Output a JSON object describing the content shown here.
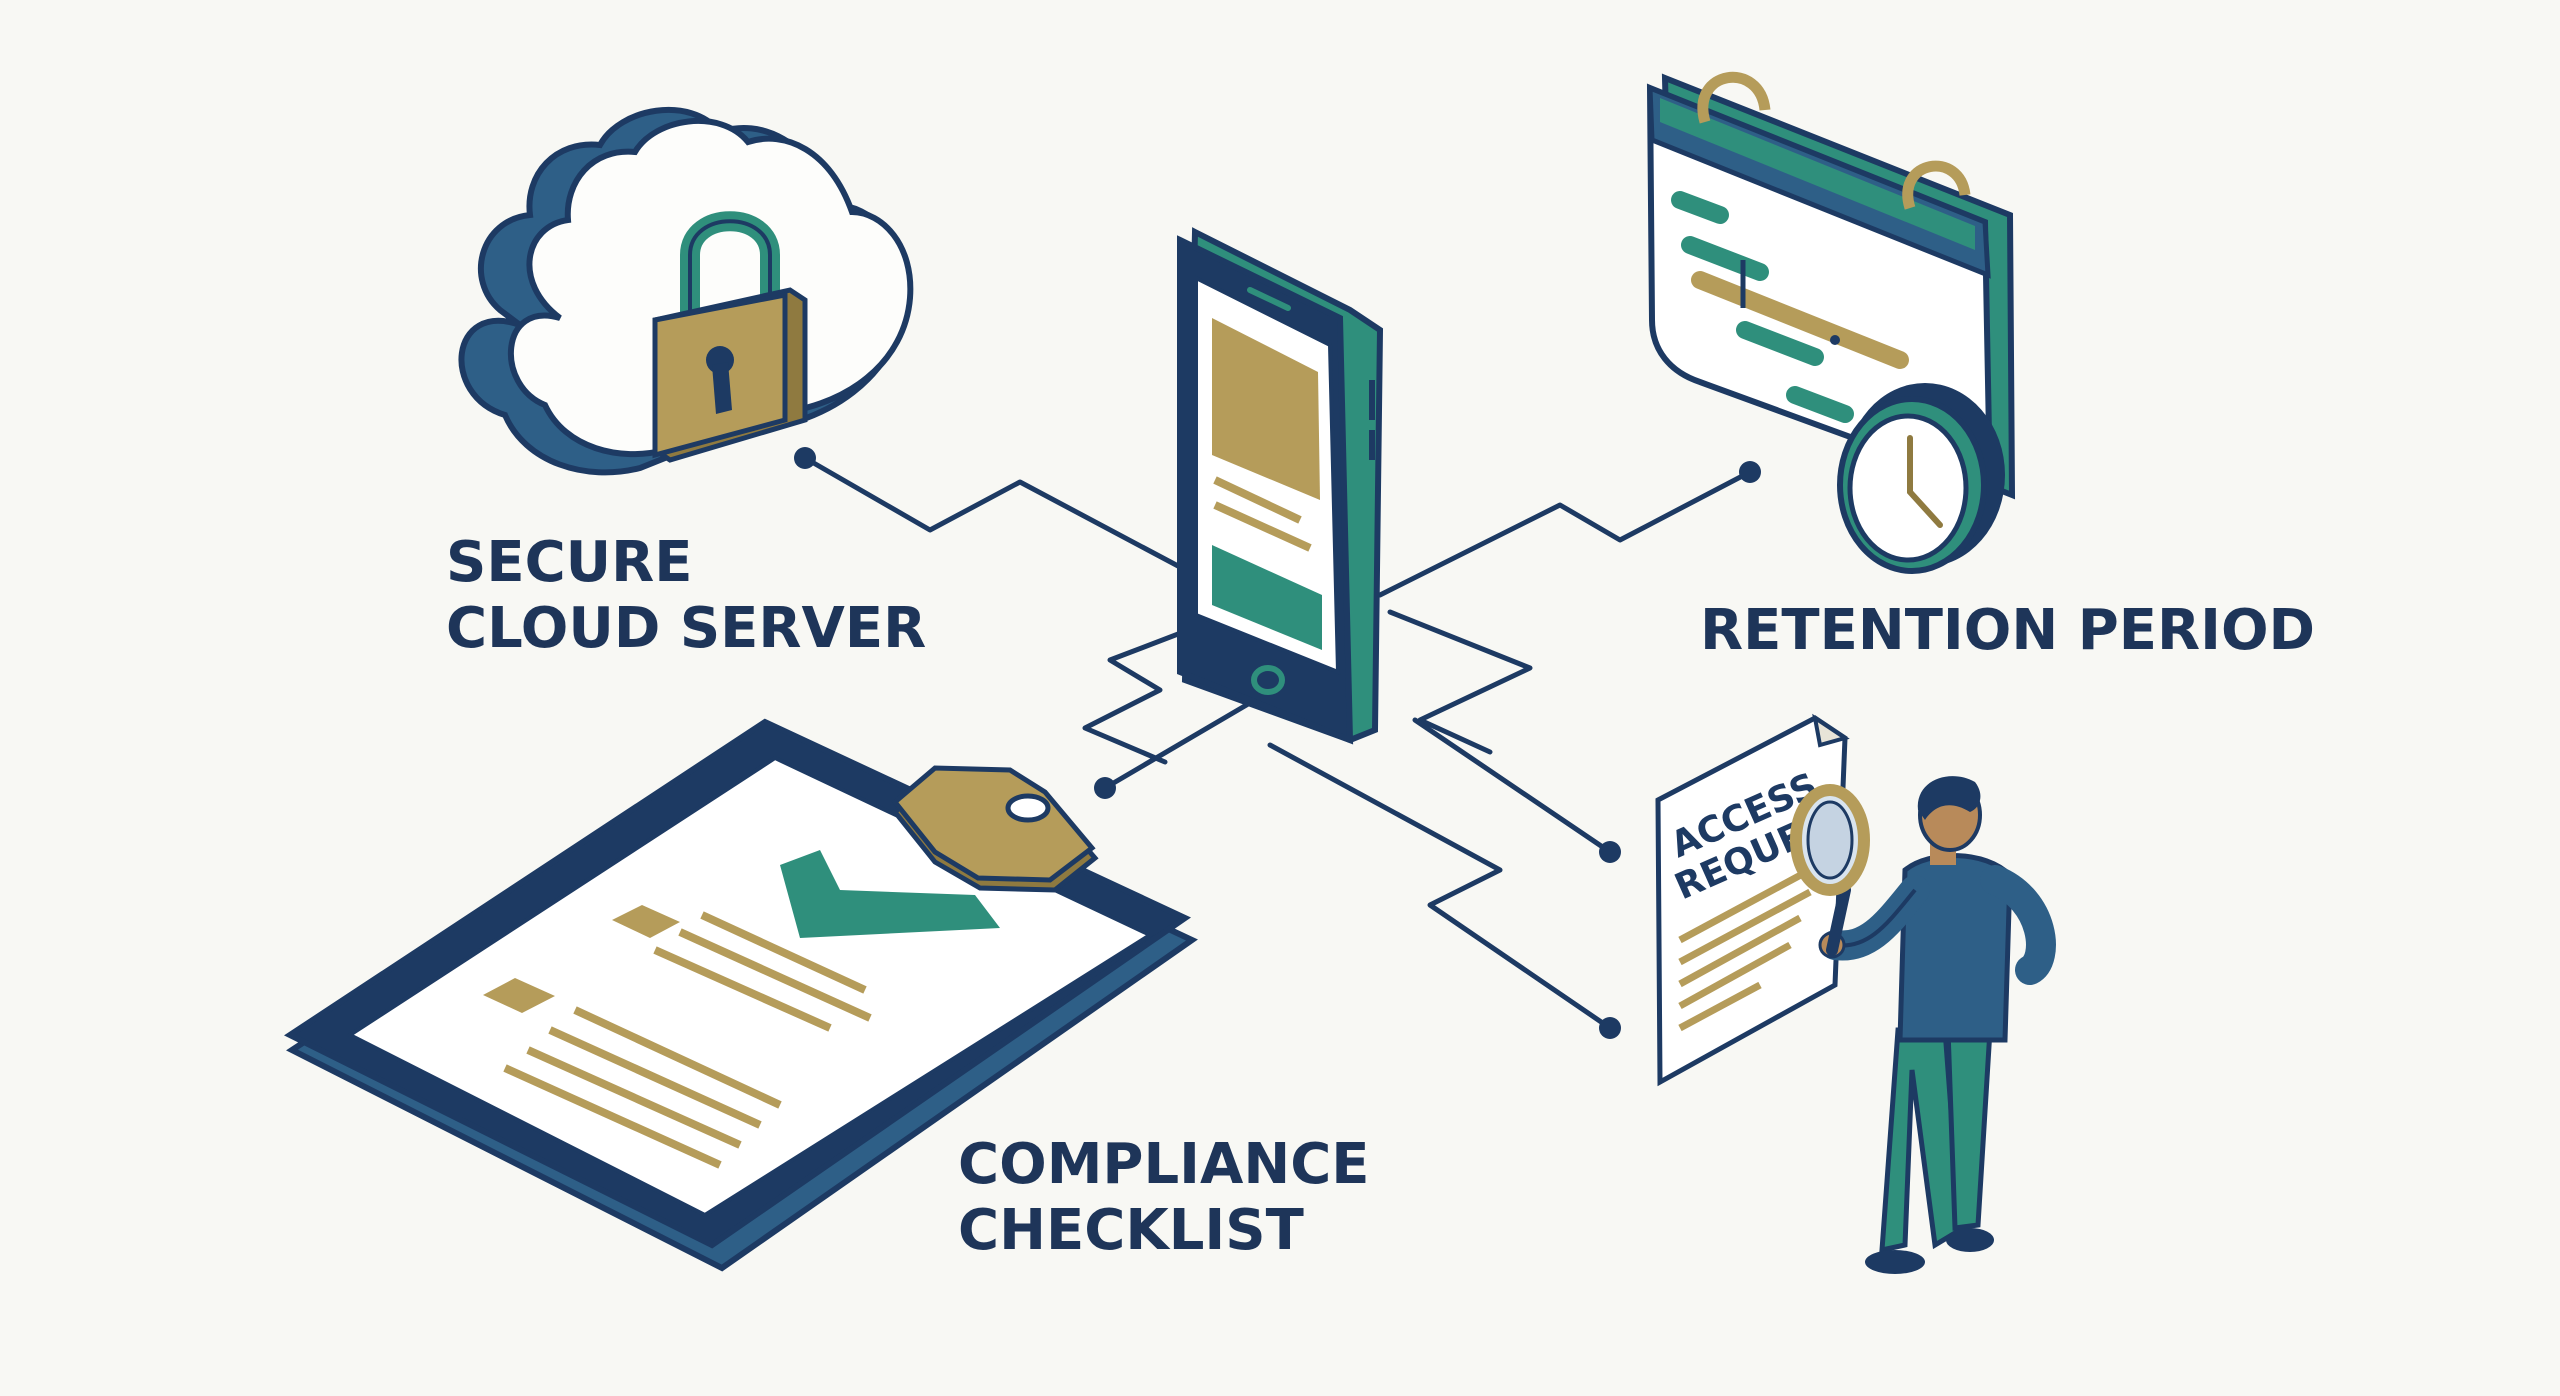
{
  "labels": {
    "cloud_line1": "SECURE",
    "cloud_line2": "CLOUD SERVER",
    "retention": "RETENTION PERIOD",
    "compliance_line1": "COMPLIANCE",
    "compliance_line2": "CHECKLIST"
  },
  "document": {
    "line1": "ACCESS",
    "line2": "REQUE"
  },
  "colors": {
    "background": "#f8f8f4",
    "navy": "#1d3a63",
    "blue": "#2e5f87",
    "teal": "#2f8f7c",
    "gold": "#b59c5a",
    "text": "#1e3559"
  },
  "icons": {
    "cloud": "cloud-lock-icon",
    "phone": "smartphone-icon",
    "calendar": "calendar-clock-icon",
    "clipboard": "clipboard-checklist-icon",
    "person": "person-magnifier-icon"
  }
}
